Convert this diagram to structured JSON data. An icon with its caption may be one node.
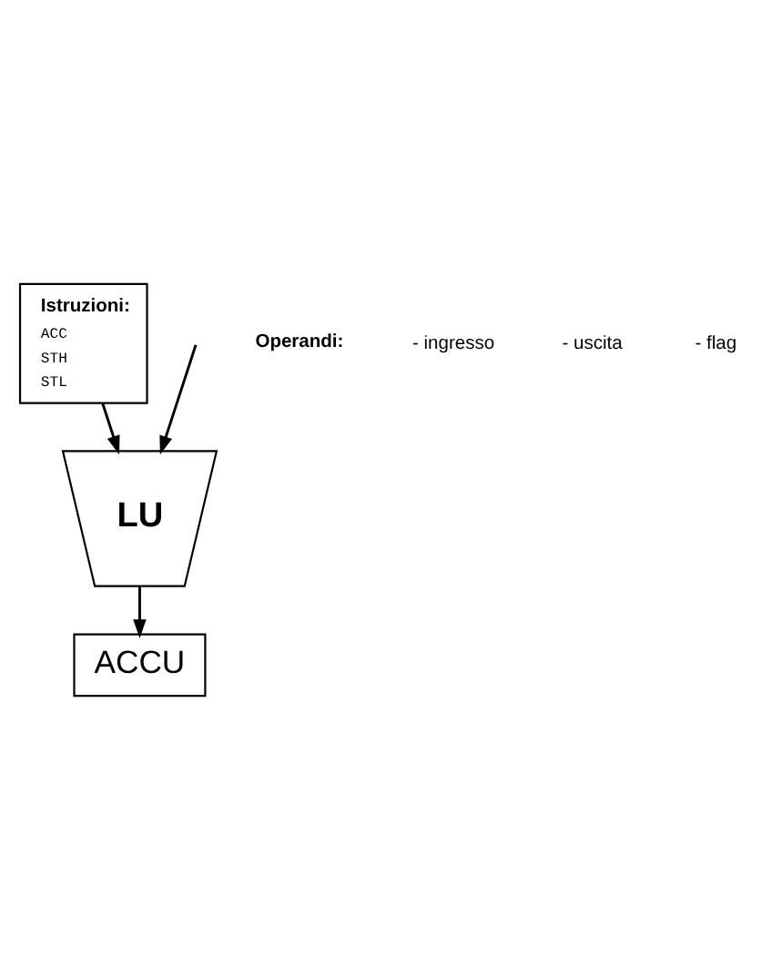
{
  "diagram": {
    "nodes": [
      {
        "text": [
          "Istruzioni:",
          "ACC",
          "STH",
          "STL"
        ]
      },
      {
        "text": [
          "LU"
        ]
      },
      {
        "text": [
          "ACCU"
        ]
      }
    ],
    "edges": [
      {
        "from": 0,
        "to": 1,
        "arrow": "to"
      },
      {
        "from": null,
        "to": 1,
        "arrow": "to"
      },
      {
        "from": 1,
        "to": 2,
        "arrow": "to"
      }
    ],
    "labels": [
      "Operandi:",
      "- ingresso",
      "- uscita",
      "- flag"
    ]
  }
}
